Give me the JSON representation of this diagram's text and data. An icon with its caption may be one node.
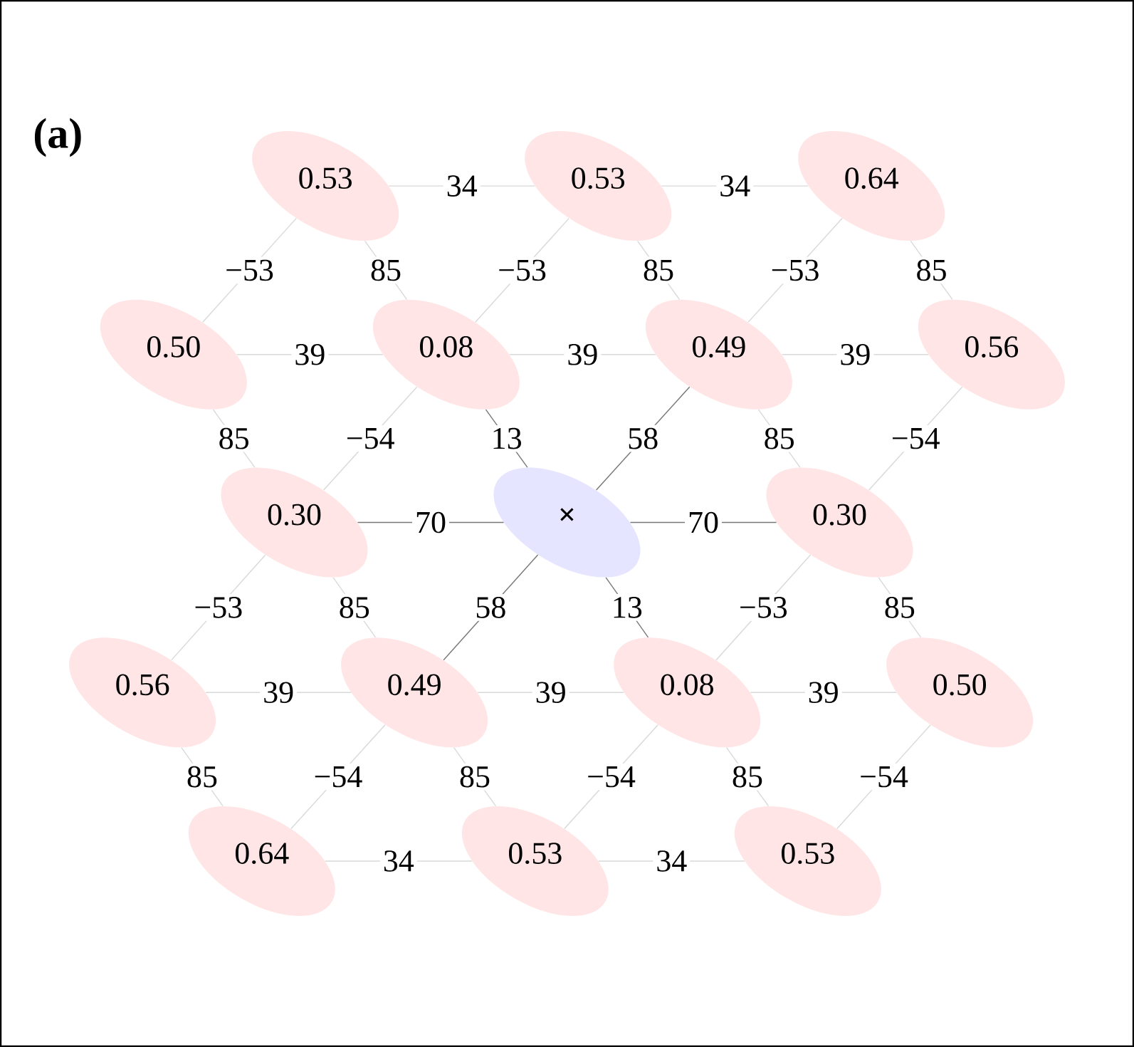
{
  "diagram": {
    "nodes": [
      {
        "text": [
          "0.53"
        ]
      },
      {
        "text": [
          "0.53"
        ]
      },
      {
        "text": [
          "0.64"
        ]
      },
      {
        "text": [
          "0.50"
        ]
      },
      {
        "text": [
          "0.08"
        ]
      },
      {
        "text": [
          "0.49"
        ]
      },
      {
        "text": [
          "0.56"
        ]
      },
      {
        "text": [
          "0.30"
        ]
      },
      {
        "text": [
          "×"
        ]
      },
      {
        "text": [
          "0.30"
        ]
      },
      {
        "text": [
          "0.56"
        ]
      },
      {
        "text": [
          "0.49"
        ]
      },
      {
        "text": [
          "0.08"
        ]
      },
      {
        "text": [
          "0.50"
        ]
      },
      {
        "text": [
          "0.64"
        ]
      },
      {
        "text": [
          "0.53"
        ]
      },
      {
        "text": [
          "0.53"
        ]
      }
    ],
    "edges": [
      {
        "from": 0,
        "to": 1,
        "arrow": "none",
        "label": "34"
      },
      {
        "from": 1,
        "to": 2,
        "arrow": "none",
        "label": "34"
      },
      {
        "from": 0,
        "to": 3,
        "arrow": "none",
        "label": "−53"
      },
      {
        "from": 0,
        "to": 4,
        "arrow": "none",
        "label": "85"
      },
      {
        "from": 1,
        "to": 4,
        "arrow": "none",
        "label": "−53"
      },
      {
        "from": 1,
        "to": 5,
        "arrow": "none",
        "label": "85"
      },
      {
        "from": 2,
        "to": 5,
        "arrow": "none",
        "label": "−53"
      },
      {
        "from": 2,
        "to": 6,
        "arrow": "none",
        "label": "85"
      },
      {
        "from": 3,
        "to": 4,
        "arrow": "none",
        "label": "39"
      },
      {
        "from": 4,
        "to": 5,
        "arrow": "none",
        "label": "39"
      },
      {
        "from": 5,
        "to": 6,
        "arrow": "none",
        "label": "39"
      },
      {
        "from": 3,
        "to": 7,
        "arrow": "none",
        "label": "85"
      },
      {
        "from": 4,
        "to": 7,
        "arrow": "none",
        "label": "−54"
      },
      {
        "from": 4,
        "to": 8,
        "arrow": "none",
        "label": "13",
        "color": "#777777"
      },
      {
        "from": 5,
        "to": 8,
        "arrow": "none",
        "label": "58",
        "color": "#777777"
      },
      {
        "from": 5,
        "to": 9,
        "arrow": "none",
        "label": "85"
      },
      {
        "from": 6,
        "to": 9,
        "arrow": "none",
        "label": "−54"
      },
      {
        "from": 7,
        "to": 8,
        "arrow": "none",
        "label": "70",
        "color": "#777777"
      },
      {
        "from": 8,
        "to": 9,
        "arrow": "none",
        "label": "70",
        "color": "#777777"
      },
      {
        "from": 7,
        "to": 10,
        "arrow": "none",
        "label": "−53"
      },
      {
        "from": 7,
        "to": 11,
        "arrow": "none",
        "label": "85"
      },
      {
        "from": 8,
        "to": 11,
        "arrow": "none",
        "label": "58",
        "color": "#777777"
      },
      {
        "from": 8,
        "to": 12,
        "arrow": "none",
        "label": "13",
        "color": "#777777"
      },
      {
        "from": 9,
        "to": 12,
        "arrow": "none",
        "label": "−53"
      },
      {
        "from": 9,
        "to": 13,
        "arrow": "none",
        "label": "85"
      },
      {
        "from": 10,
        "to": 11,
        "arrow": "none",
        "label": "39"
      },
      {
        "from": 11,
        "to": 12,
        "arrow": "none",
        "label": "39"
      },
      {
        "from": 12,
        "to": 13,
        "arrow": "none",
        "label": "39"
      },
      {
        "from": 10,
        "to": 14,
        "arrow": "none",
        "label": "85"
      },
      {
        "from": 11,
        "to": 14,
        "arrow": "none",
        "label": "−54"
      },
      {
        "from": 11,
        "to": 15,
        "arrow": "none",
        "label": "85"
      },
      {
        "from": 12,
        "to": 15,
        "arrow": "none",
        "label": "−54"
      },
      {
        "from": 12,
        "to": 16,
        "arrow": "none",
        "label": "85"
      },
      {
        "from": 13,
        "to": 16,
        "arrow": "none",
        "label": "−54"
      },
      {
        "from": 14,
        "to": 15,
        "arrow": "none",
        "label": "34"
      },
      {
        "from": 15,
        "to": 16,
        "arrow": "none",
        "label": "34"
      }
    ],
    "labels": [
      "(a)"
    ]
  }
}
